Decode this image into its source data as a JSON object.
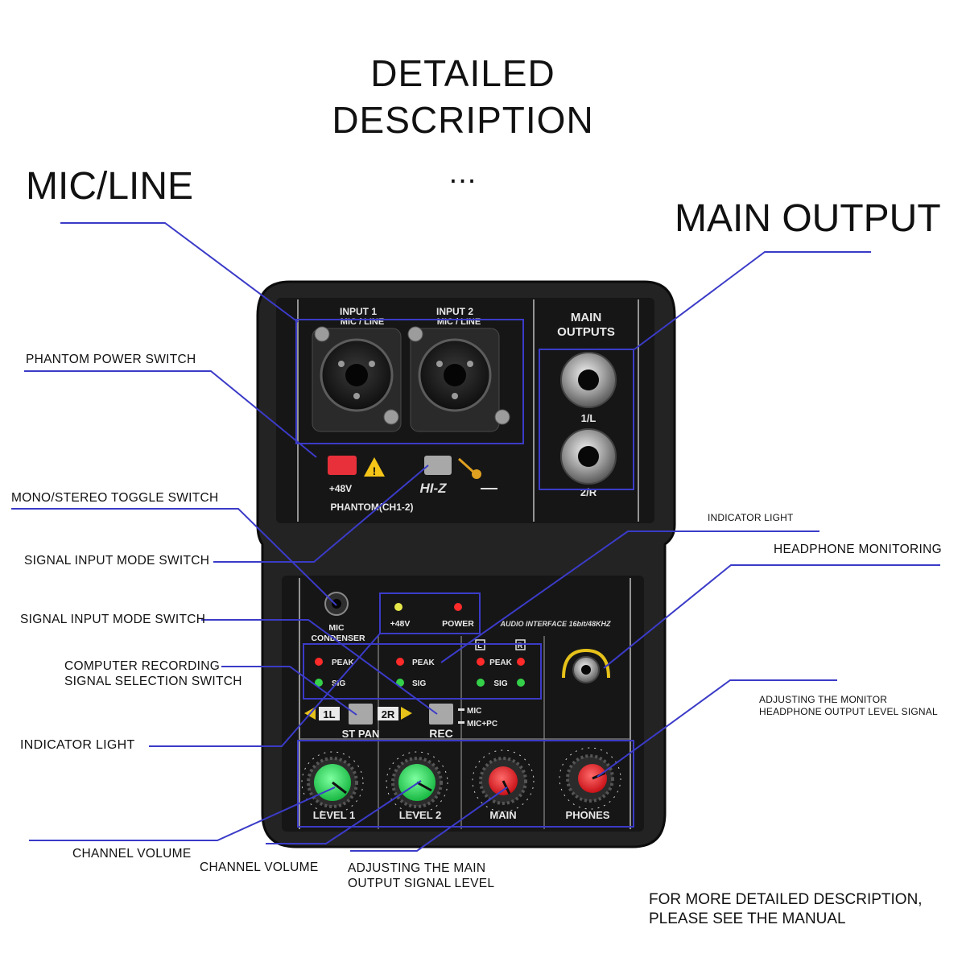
{
  "header": {
    "title_line1": "DETAILED",
    "title_line2": "DESCRIPTION",
    "ellipsis": "..."
  },
  "callouts": {
    "mic_line": "MIC/LINE",
    "main_output": "MAIN OUTPUT",
    "phantom_power_switch": "PHANTOM POWER SWITCH",
    "mono_stereo_toggle": "MONO/STEREO TOGGLE SWITCH",
    "signal_input_mode_1": "SIGNAL INPUT MODE SWITCH",
    "signal_input_mode_2": "SIGNAL INPUT MODE SWITCH",
    "computer_recording_1": "COMPUTER RECORDING",
    "computer_recording_2": "SIGNAL SELECTION SWITCH",
    "indicator_light_left": "INDICATOR LIGHT",
    "indicator_light_right": "INDICATOR LIGHT",
    "headphone_monitoring": "HEADPHONE MONITORING",
    "adjusting_monitor_1": "ADJUSTING THE MONITOR",
    "adjusting_monitor_2": "HEADPHONE OUTPUT LEVEL SIGNAL",
    "channel_volume_1": "CHANNEL VOLUME",
    "channel_volume_2": "CHANNEL VOLUME",
    "adjusting_main_1": "ADJUSTING THE MAIN",
    "adjusting_main_2": "OUTPUT SIGNAL LEVEL"
  },
  "footer": {
    "line1": "FOR MORE DETAILED DESCRIPTION,",
    "line2": "PLEASE SEE THE MANUAL"
  },
  "device": {
    "input1_line1": "INPUT 1",
    "input1_line2": "MIC / LINE",
    "input2_line1": "INPUT 2",
    "input2_line2": "MIC / LINE",
    "main_outputs_line1": "MAIN",
    "main_outputs_line2": "OUTPUTS",
    "out_1l": "1/L",
    "out_2r": "2/R",
    "plus48v": "+48V",
    "phantom_label": "PHANTOM(CH1-2)",
    "hiz": "HI-Z",
    "mic_jack_1": "MIC",
    "mic_jack_2": "CONDENSER",
    "led_48v": "+48V",
    "led_power": "POWER",
    "interface_text": "AUDIO INTERFACE 16bit/48KHZ",
    "peak": "PEAK",
    "sig": "SIG",
    "l_mark": "L",
    "r_mark": "R",
    "pan_1l": "1L",
    "pan_2r": "2R",
    "st_pan": "ST PAN",
    "rec": "REC",
    "rec_mic": "MIC",
    "rec_micpc": "MIC+PC",
    "knob_level1": "LEVEL 1",
    "knob_level2": "LEVEL 2",
    "knob_main": "MAIN",
    "knob_phones": "PHONES",
    "colors": {
      "panel": "#1b1b1b",
      "highlight_box": "#3b3bc8",
      "knob_green": "#2fd35a",
      "knob_red": "#e01e25",
      "phantom_button": "#e8303a",
      "led_red": "#ff2a2a",
      "led_green": "#35d04a",
      "led_yellow": "#e6e84a"
    }
  }
}
